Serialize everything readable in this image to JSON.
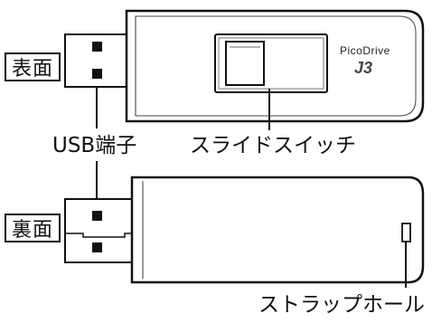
{
  "labels": {
    "front": "表面",
    "back": "裏面"
  },
  "callouts": {
    "usb_connector": "USB端子",
    "slide_switch": "スライドスイッチ",
    "strap_hole": "ストラップホール"
  },
  "brand": {
    "name": "PicoDrive",
    "model": "J3"
  }
}
